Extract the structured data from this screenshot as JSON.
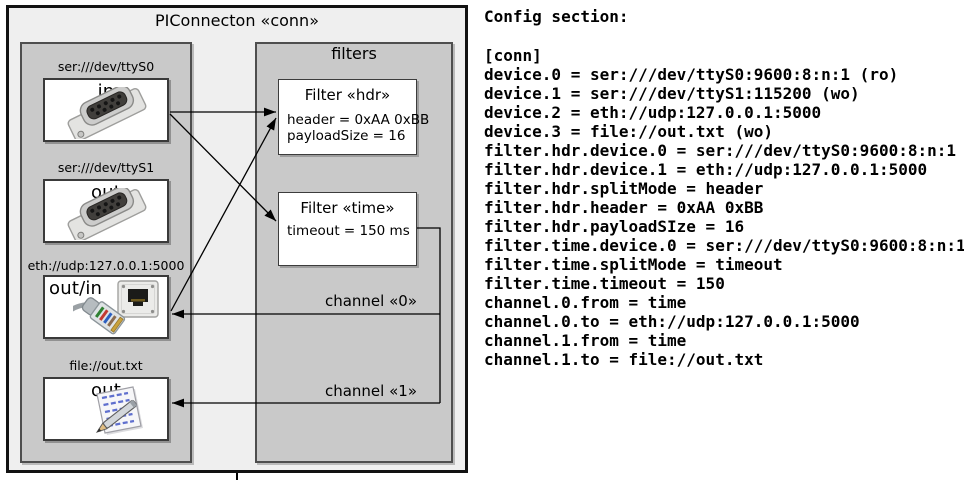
{
  "diagram": {
    "title": "PIConnecton «conn»",
    "filters_title": "filters",
    "devices": [
      {
        "label": "ser:///dev/ttyS0",
        "direction": "in",
        "icon": "serial-connector-icon"
      },
      {
        "label": "ser:///dev/ttyS1",
        "direction": "out",
        "icon": "serial-connector-icon"
      },
      {
        "label": "eth://udp:127.0.0.1:5000",
        "direction": "out/in",
        "icon": "ethernet-connector-icon"
      },
      {
        "label": "file://out.txt",
        "direction": "out",
        "icon": "notepad-icon"
      }
    ],
    "filters": [
      {
        "title": "Filter «hdr»",
        "properties": [
          "header = 0xAA 0xBB",
          "payloadSize = 16"
        ]
      },
      {
        "title": "Filter «time»",
        "properties": [
          "timeout = 150 ms"
        ]
      }
    ],
    "channels": [
      {
        "label": "channel «0»"
      },
      {
        "label": "channel «1»"
      }
    ]
  },
  "config": {
    "heading": "Config section:",
    "lines": [
      "[conn]",
      "device.0 = ser:///dev/ttyS0:9600:8:n:1 (ro)",
      "device.1 = ser:///dev/ttyS1:115200 (wo)",
      "device.2 = eth://udp:127.0.0.1:5000",
      "device.3 = file://out.txt (wo)",
      "filter.hdr.device.0 = ser:///dev/ttyS0:9600:8:n:1",
      "filter.hdr.device.1 = eth://udp:127.0.0.1:5000",
      "filter.hdr.splitMode = header",
      "filter.hdr.header = 0xAA 0xBB",
      "filter.hdr.payloadSIze = 16",
      "filter.time.device.0 = ser:///dev/ttyS0:9600:8:n:1",
      "filter.time.splitMode = timeout",
      "filter.time.timeout = 150",
      "channel.0.from = time",
      "channel.0.to = eth://udp:127.0.0.1:5000",
      "channel.1.from = time",
      "channel.1.to = file://out.txt"
    ]
  },
  "palette": {
    "outer_fill": "#efefef",
    "panel_fill": "#c9c9c9",
    "box_fill": "#ffffff",
    "border": "#121212",
    "wire": "#000000"
  }
}
